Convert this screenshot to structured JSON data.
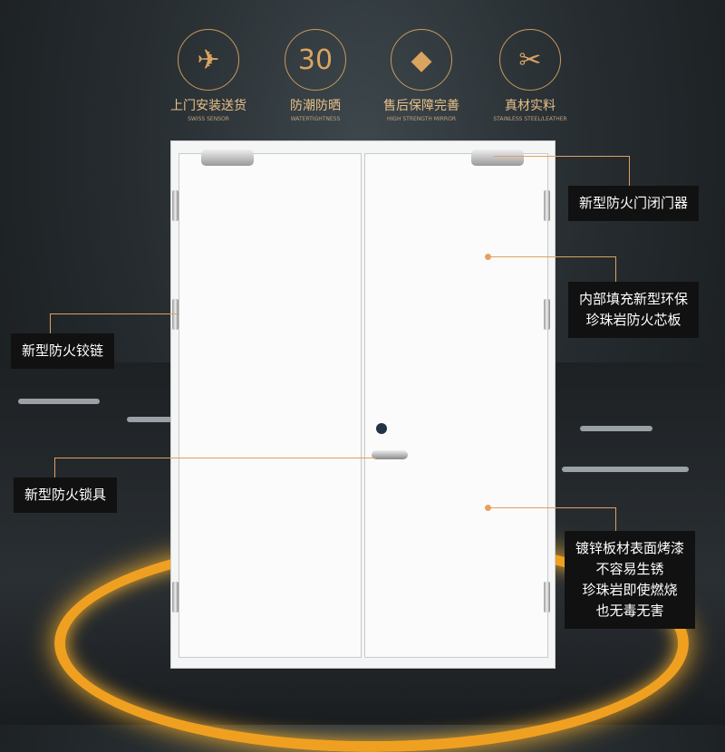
{
  "features": [
    {
      "icon": "airplane-icon",
      "glyph": "✈",
      "title": "上门安装送货",
      "subtitle": "SWISS SENSOR"
    },
    {
      "icon": "waves-30-icon",
      "glyph": "30",
      "title": "防潮防晒",
      "subtitle": "WATERTIGHTNESS"
    },
    {
      "icon": "diamond-icon",
      "glyph": "◆",
      "title": "售后保障完善",
      "subtitle": "HIGH STRENGTH MIRROR"
    },
    {
      "icon": "tools-icon",
      "glyph": "✂",
      "title": "真材实料",
      "subtitle": "STAINLESS STEEL/LEATHER"
    }
  ],
  "callouts": {
    "closer": "新型防火门闭门器",
    "core": [
      "内部填充新型环保",
      "珍珠岩防火芯板"
    ],
    "hinge": "新型防火铰链",
    "lock": "新型防火锁具",
    "surface": [
      "镀锌板材表面烤漆",
      "不容易生锈",
      "珍珠岩即使燃烧",
      "也无毒无害"
    ]
  },
  "accent": "#e0a060"
}
